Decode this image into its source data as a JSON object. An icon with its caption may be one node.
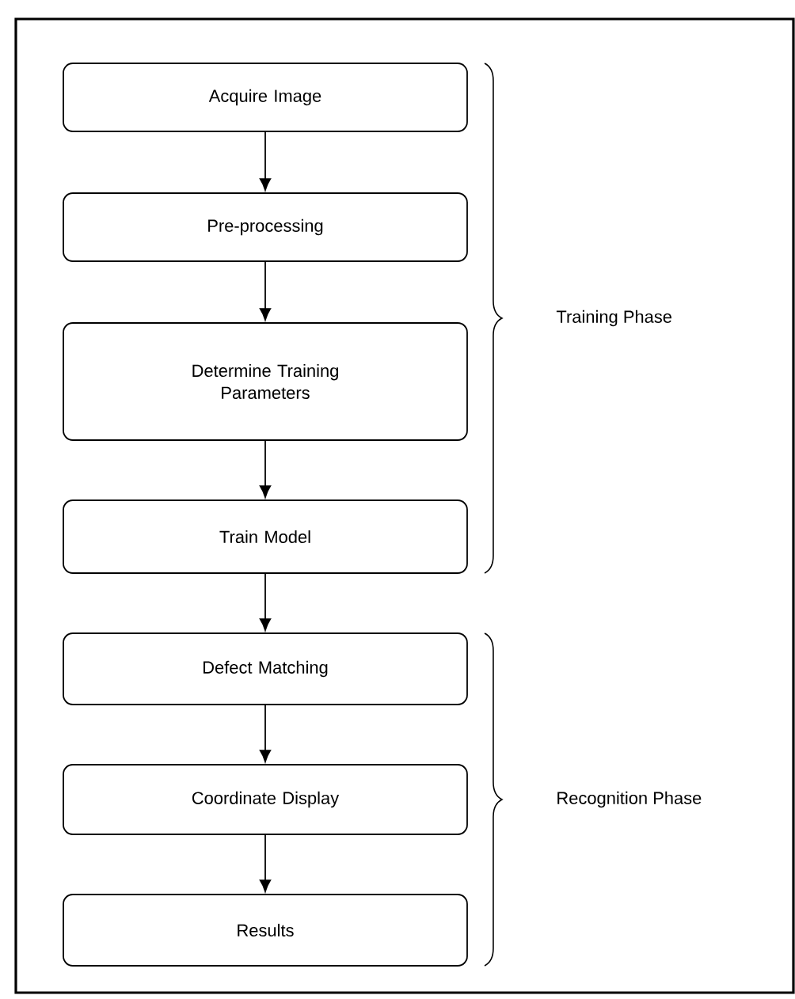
{
  "diagram": {
    "nodes": [
      {
        "text": [
          "Acquire Image"
        ]
      },
      {
        "text": [
          "Pre-processing"
        ]
      },
      {
        "text": [
          "Determine Training Parameters"
        ]
      },
      {
        "text": [
          "Train Model"
        ]
      },
      {
        "text": [
          "Defect Matching"
        ]
      },
      {
        "text": [
          "Coordinate Display"
        ]
      },
      {
        "text": [
          "Results"
        ]
      }
    ],
    "edges": [
      {
        "from": 0,
        "to": 1,
        "arrow": "to"
      },
      {
        "from": 1,
        "to": 2,
        "arrow": "to"
      },
      {
        "from": 2,
        "to": 3,
        "arrow": "to"
      },
      {
        "from": 3,
        "to": 4,
        "arrow": "to"
      },
      {
        "from": 4,
        "to": 5,
        "arrow": "to"
      },
      {
        "from": 5,
        "to": 6,
        "arrow": "to"
      }
    ],
    "labels": [
      "Training Phase",
      "Recognition Phase"
    ]
  }
}
